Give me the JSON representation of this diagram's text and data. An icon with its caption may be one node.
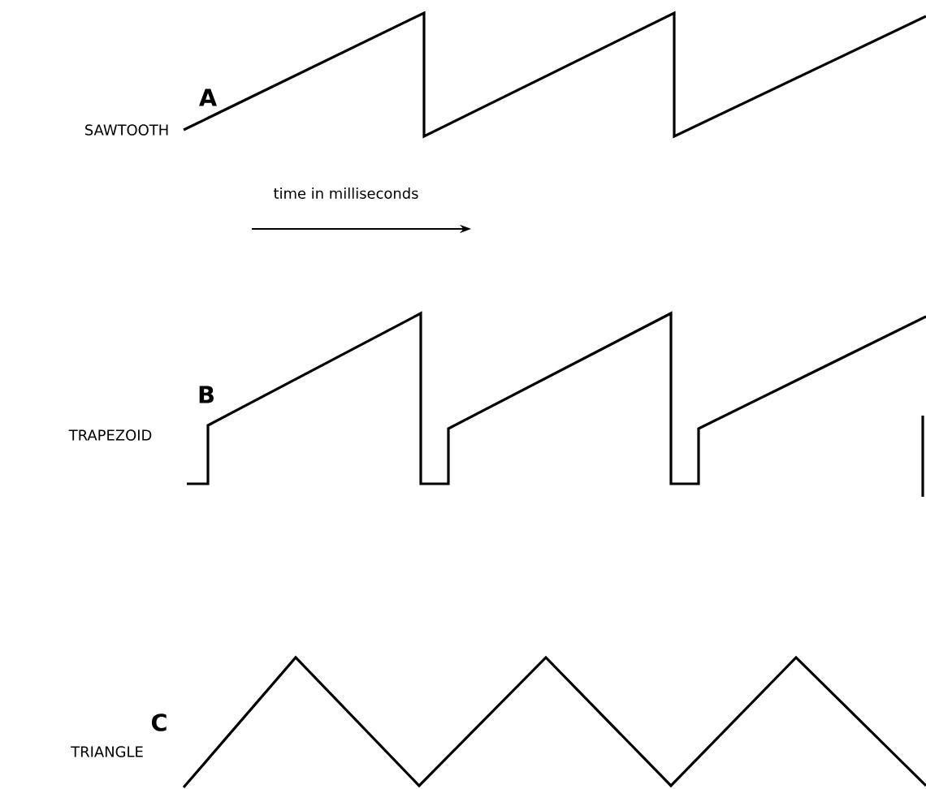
{
  "diagram": {
    "labels": [
      "A",
      "SAWTOOTH",
      "time in milliseconds",
      "B",
      "TRAPEZOID",
      "C",
      "TRIANGLE"
    ]
  }
}
